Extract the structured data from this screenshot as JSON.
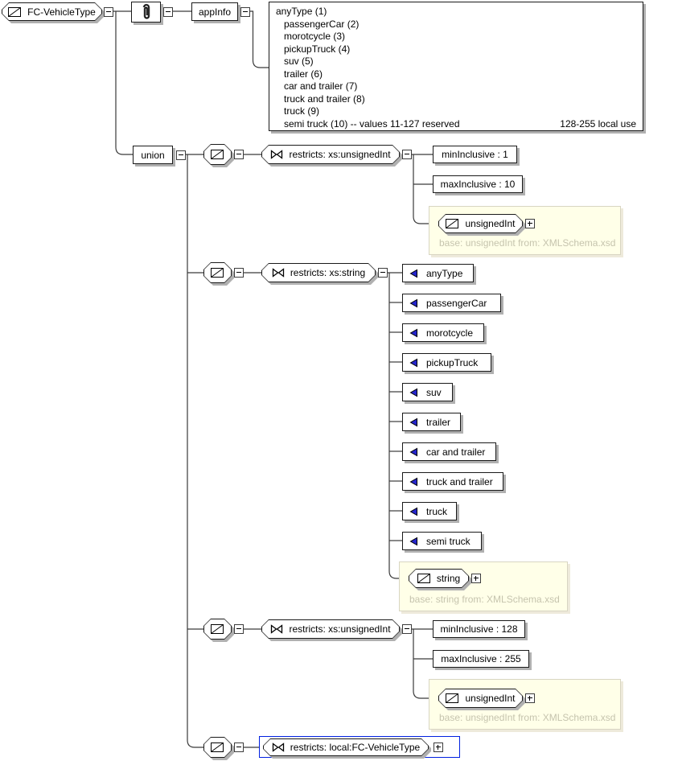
{
  "root": {
    "label": "FC-VehicleType"
  },
  "annotation": {
    "icon": "paperclip"
  },
  "appinfo": {
    "label": "appInfo",
    "lines": [
      "anyType (1)",
      "passengerCar (2)",
      "morotcycle (3)",
      "pickupTruck (4)",
      "suv (5)",
      "trailer (6)",
      "car and trailer (7)",
      "truck and trailer (8)",
      "truck (9)",
      "semi truck (10) -- values 11-127 reserved"
    ],
    "note_right": "128-255 local use"
  },
  "union": {
    "label": "union"
  },
  "branches": {
    "uint_low": {
      "label": "restricts: xs:unsignedInt",
      "facets": [
        "minInclusive : 1",
        "maxInclusive : 10"
      ],
      "base": {
        "type": "unsignedInt",
        "note": "base: unsignedInt from: XMLSchema.xsd"
      }
    },
    "string": {
      "label": "restricts: xs:string",
      "enums": [
        "anyType",
        "passengerCar",
        "morotcycle",
        "pickupTruck",
        "suv",
        "trailer",
        "car and trailer",
        "truck and trailer",
        "truck",
        "semi truck"
      ],
      "base": {
        "type": "string",
        "note": "base: string from: XMLSchema.xsd"
      }
    },
    "uint_high": {
      "label": "restricts: xs:unsignedInt",
      "facets": [
        "minInclusive : 128",
        "maxInclusive : 255"
      ],
      "base": {
        "type": "unsignedInt",
        "note": "base: unsignedInt from: XMLSchema.xsd"
      }
    },
    "local": {
      "label": "restricts: local:FC-VehicleType"
    }
  },
  "icons": {
    "simple_type": "square-with-diagonal",
    "restriction": "bowtie",
    "enumeration": "blue-left-triangle",
    "annotation": "paperclip",
    "collapse": "−",
    "expand": "+"
  },
  "colors": {
    "enum_triangle": "#2525cd",
    "selection_blue": "#0020e0",
    "base_box_bg": "#ffffe8",
    "base_note_text": "#c6c4ae",
    "shadow": "#b0b0b0",
    "line": "#3a3a3a"
  }
}
